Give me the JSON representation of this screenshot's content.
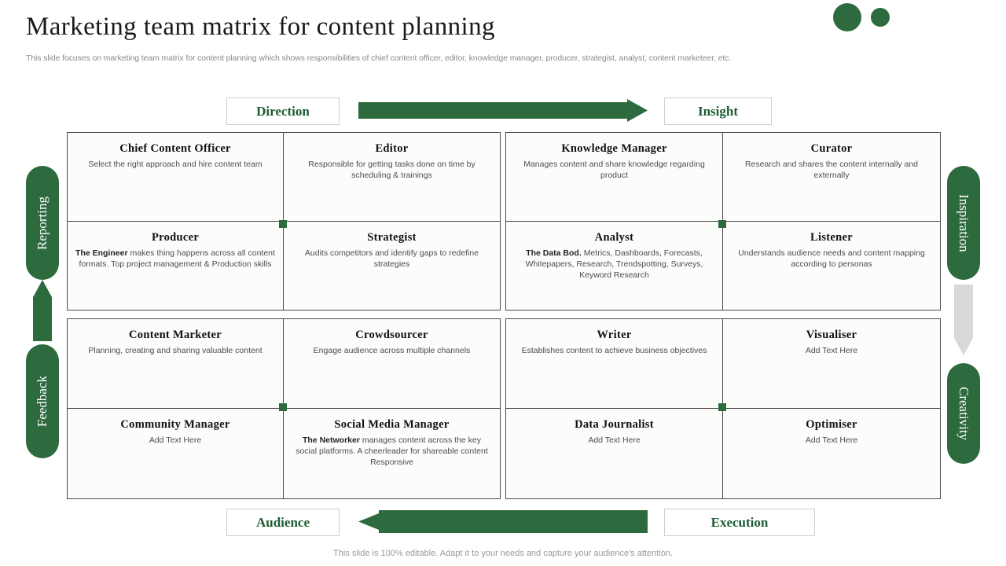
{
  "header": {
    "title": "Marketing team matrix for content planning",
    "subtitle": "This slide focuses on marketing team matrix for content planning which shows responsibilities of chief content officer, editor, knowledge manager, producer, strategist, analyst, content marketeer, etc."
  },
  "axis_labels": {
    "top_left": "Direction",
    "top_right": "Insight",
    "bottom_left": "Audience",
    "bottom_right": "Execution",
    "left_top": "Reporting",
    "left_bottom": "Feedback",
    "right_top": "Inspiration",
    "right_bottom": "Creativity"
  },
  "quadrants": {
    "top_left": [
      {
        "title": "Chief Content Officer",
        "desc": "Select the right approach and hire content team",
        "desc_bold": ""
      },
      {
        "title": "Editor",
        "desc": "Responsible for getting tasks done on time by scheduling & trainings",
        "desc_bold": ""
      },
      {
        "title": "Producer",
        "desc": "makes thing happens across all content formats. Top project management & Production skills",
        "desc_bold": "The Engineer"
      },
      {
        "title": "Strategist",
        "desc": "Audits competitors and identify gaps to redefine strategies",
        "desc_bold": ""
      }
    ],
    "top_right": [
      {
        "title": "Knowledge Manager",
        "desc": "Manages content and share knowledge regarding product",
        "desc_bold": ""
      },
      {
        "title": "Curator",
        "desc": "Research and shares the content internally and externally",
        "desc_bold": ""
      },
      {
        "title": "Analyst",
        "desc": "Metrics, Dashboards, Forecasts, Whitepapers, Research, Trendspotting, Surveys, Keyword Research",
        "desc_bold": "The Data Bod."
      },
      {
        "title": "Listener",
        "desc": "Understands audience needs and content mapping according to personas",
        "desc_bold": ""
      }
    ],
    "bottom_left": [
      {
        "title": "Content Marketer",
        "desc": "Planning, creating and sharing valuable content",
        "desc_bold": ""
      },
      {
        "title": "Crowdsourcer",
        "desc": "Engage audience across multiple channels",
        "desc_bold": ""
      },
      {
        "title": "Community Manager",
        "desc": "Add Text Here",
        "desc_bold": ""
      },
      {
        "title": "Social Media Manager",
        "desc": "manages content across the key social platforms. A cheerleader for shareable content Responsive",
        "desc_bold": "The Networker"
      }
    ],
    "bottom_right": [
      {
        "title": "Writer",
        "desc": "Establishes content to achieve business objectives",
        "desc_bold": ""
      },
      {
        "title": "Visualiser",
        "desc": "Add Text Here",
        "desc_bold": ""
      },
      {
        "title": "Data Journalist",
        "desc": "Add Text Here",
        "desc_bold": ""
      },
      {
        "title": "Optimiser",
        "desc": "Add Text Here",
        "desc_bold": ""
      }
    ]
  },
  "footer": {
    "note": "This slide is 100% editable. Adapt it to your needs and capture your audience's attention."
  },
  "colors": {
    "green": "#2d6a3e",
    "green_text": "#1d5c34",
    "gray_arrow": "#d9d9d9",
    "muted_text": "#8a8a8a"
  }
}
